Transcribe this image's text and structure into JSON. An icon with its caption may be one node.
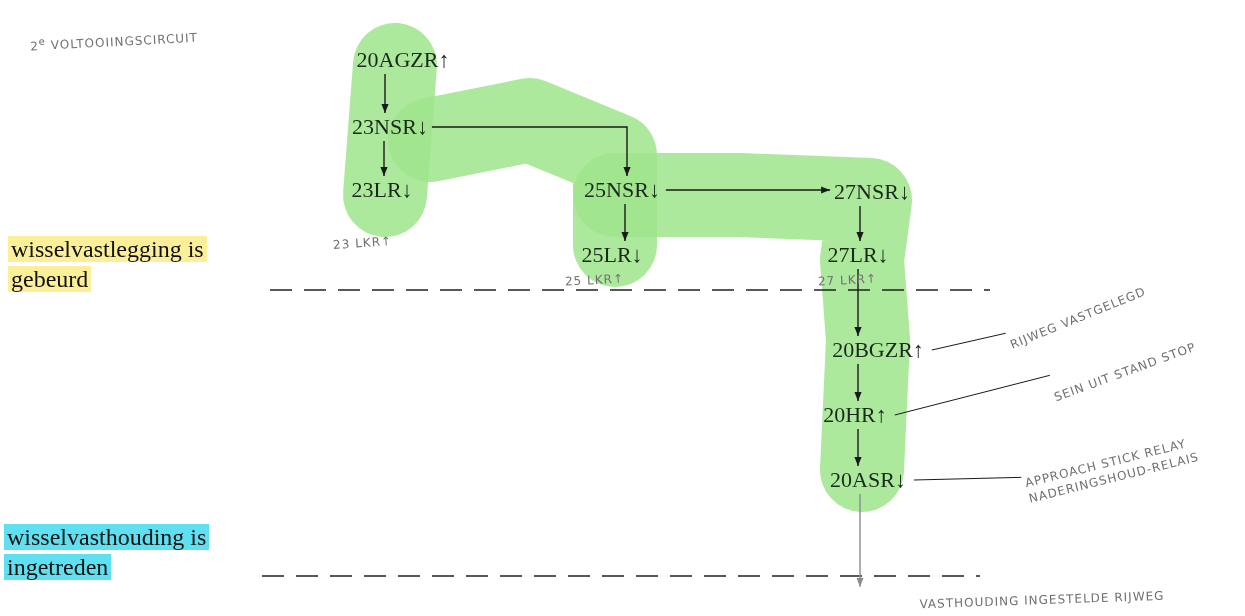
{
  "diagram": {
    "nodes": [
      {
        "text": [
          "20AGZR↑"
        ]
      },
      {
        "text": [
          "23NSR↓"
        ]
      },
      {
        "text": [
          "23LR↓"
        ]
      },
      {
        "text": [
          "25NSR↓"
        ]
      },
      {
        "text": [
          "25LR↓"
        ]
      },
      {
        "text": [
          "27NSR↓"
        ]
      },
      {
        "text": [
          "27LR↓"
        ]
      },
      {
        "text": [
          "20BGZR↑"
        ]
      },
      {
        "text": [
          "20HR↑"
        ]
      },
      {
        "text": [
          "20ASR↓"
        ]
      },
      {
        "text": [
          "VASTHOUDING INGESTELDE RIJWEG"
        ]
      },
      {
        "text": [
          "RIJWEG VASTGELEGD"
        ]
      },
      {
        "text": [
          "SEIN UIT STAND STOP"
        ]
      },
      {
        "text": [
          "APPROACH STICK RELAY",
          "NADERINGSHOUD-RELAIS"
        ]
      }
    ],
    "edges": [
      {
        "from": 0,
        "to": 1,
        "arrow": "to"
      },
      {
        "from": 1,
        "to": 2,
        "arrow": "to"
      },
      {
        "from": 1,
        "to": 3,
        "arrow": "to"
      },
      {
        "from": 3,
        "to": 4,
        "arrow": "to"
      },
      {
        "from": 3,
        "to": 5,
        "arrow": "to"
      },
      {
        "from": 5,
        "to": 6,
        "arrow": "to"
      },
      {
        "from": 6,
        "to": 7,
        "arrow": "to"
      },
      {
        "from": 7,
        "to": 8,
        "arrow": "to"
      },
      {
        "from": 8,
        "to": 9,
        "arrow": "to"
      },
      {
        "from": 9,
        "to": 10,
        "arrow": "to",
        "color": "#8a8a8a"
      },
      {
        "from": 11,
        "to": 7,
        "arrow": "none"
      },
      {
        "from": 12,
        "to": 8,
        "arrow": "none"
      },
      {
        "from": 13,
        "to": 9,
        "arrow": "none"
      }
    ],
    "labels": [
      "2$^{e}$ VOLTOOIINGSCIRCUIT",
      "23 LKR↑",
      "25 LKR↑",
      "27 LKR↑",
      "wisselvastlegging is gebeurd",
      "wisselvasthouding is ingetreden"
    ]
  }
}
